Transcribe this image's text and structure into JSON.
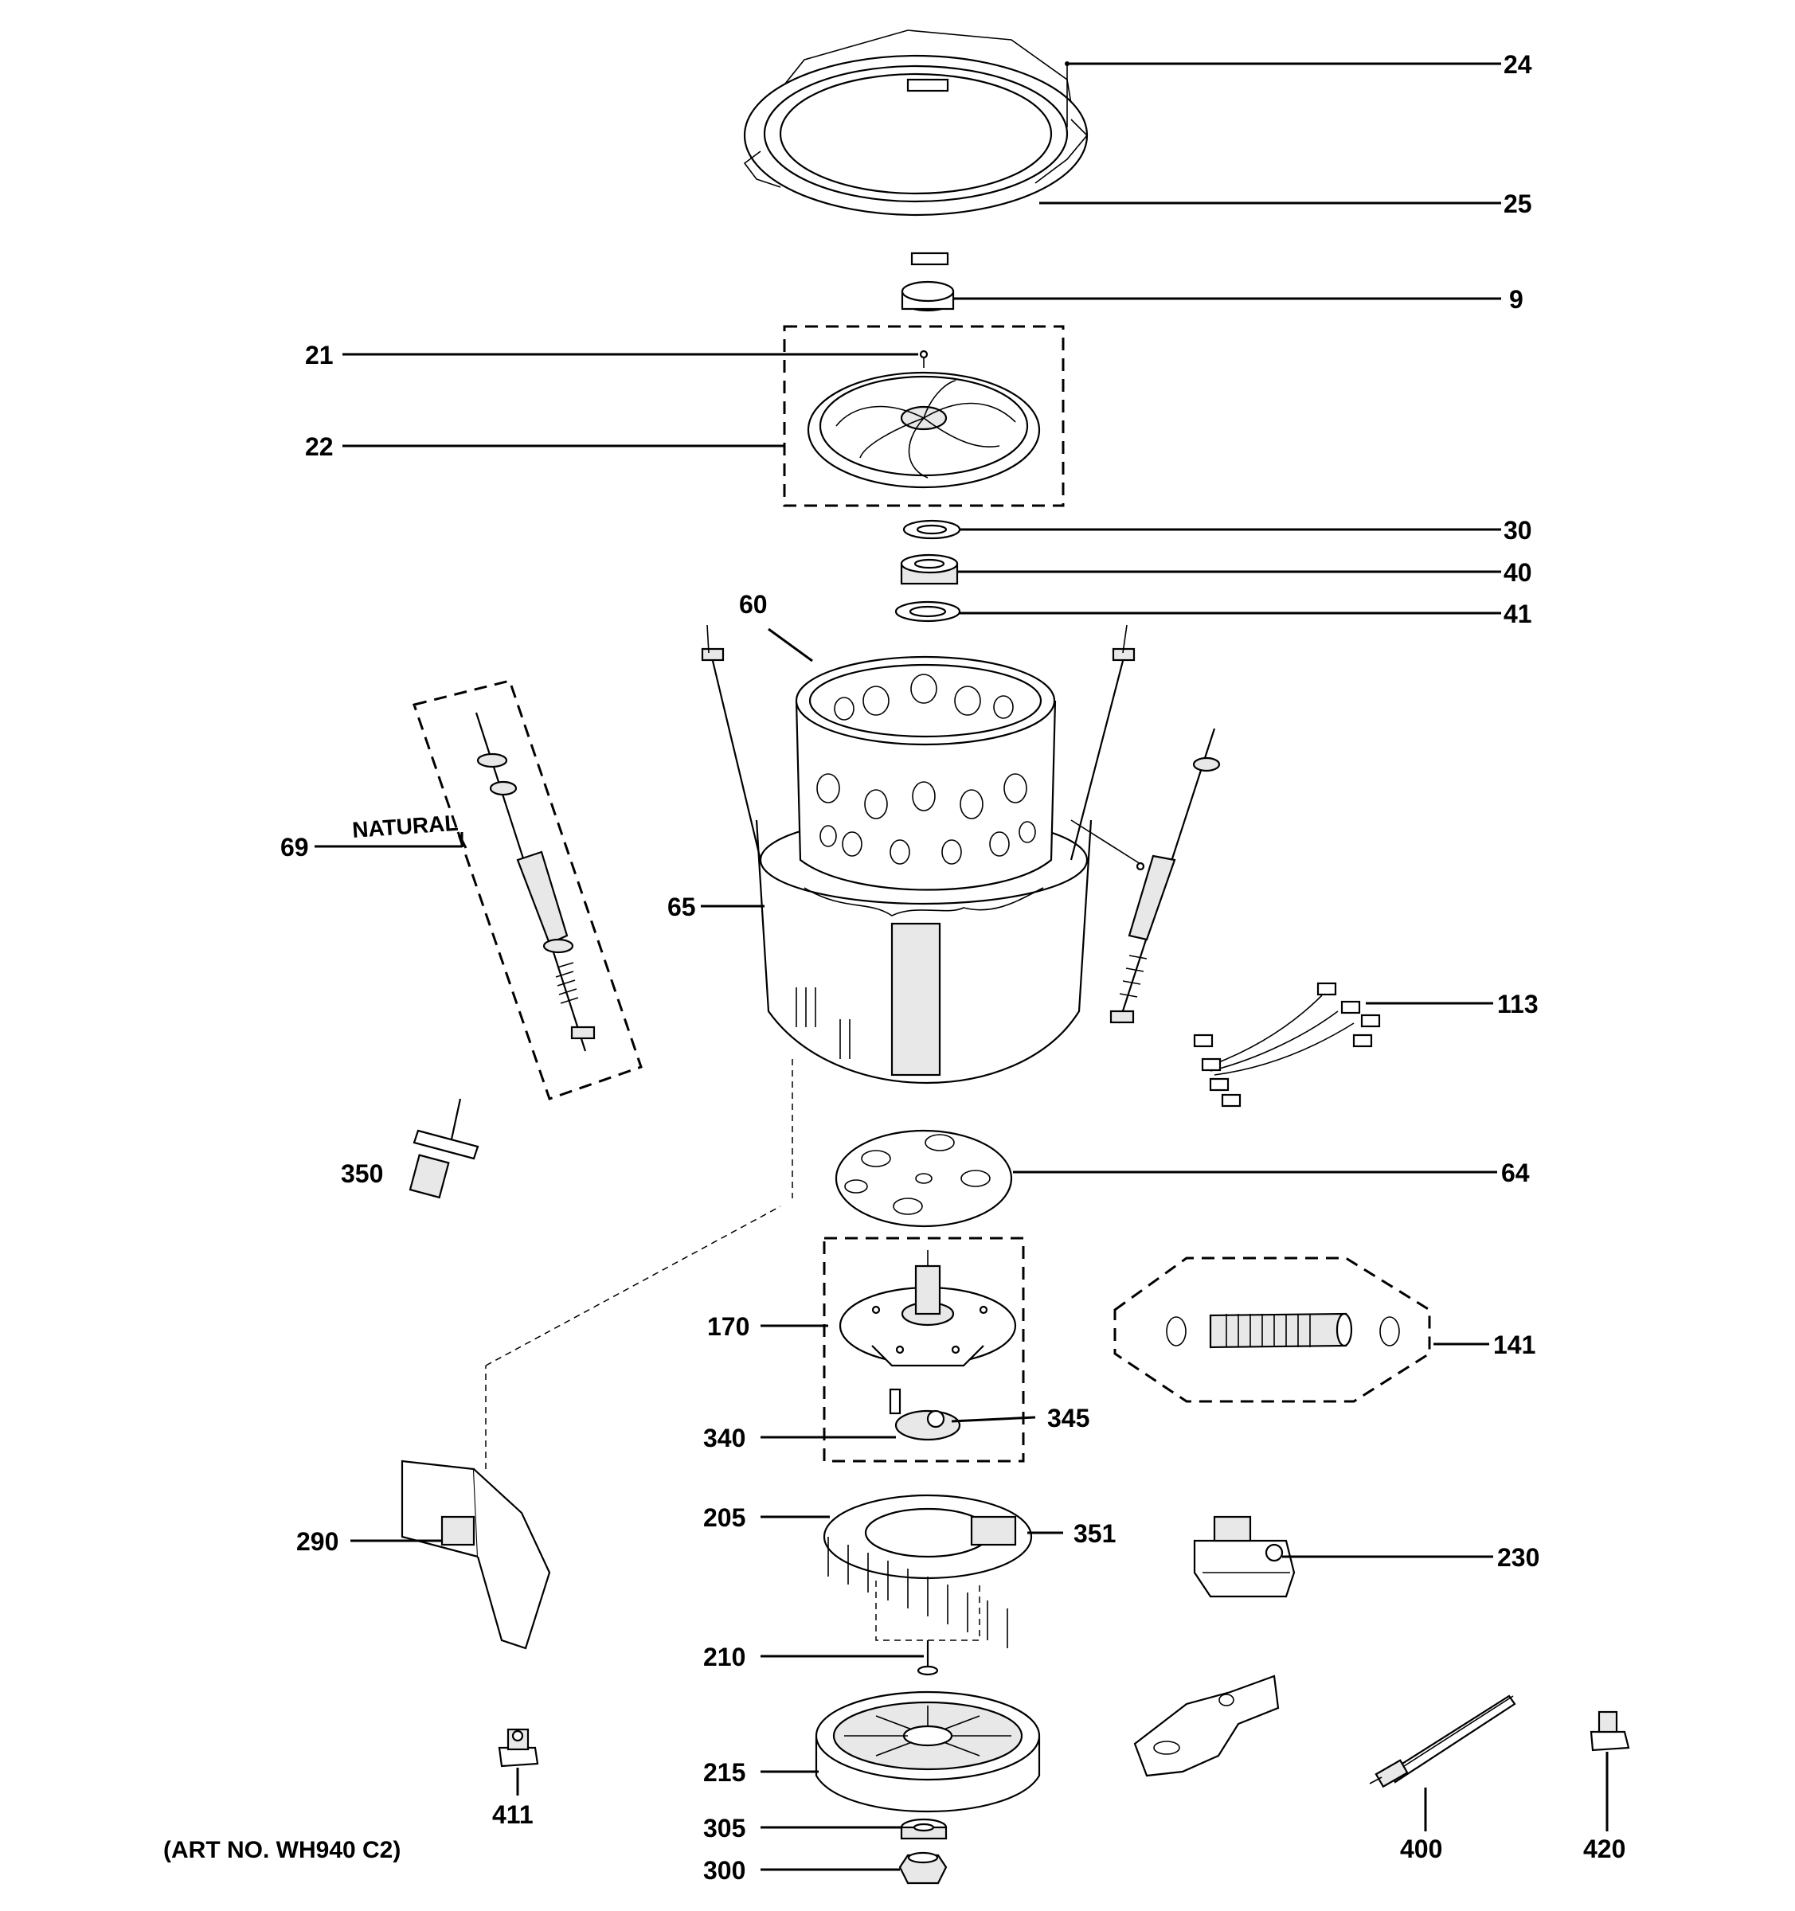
{
  "diagram": {
    "art_no": "(ART NO. WH940 C2)",
    "natural_label": "NATURAL",
    "callouts": {
      "c24": "24",
      "c25": "25",
      "c9": "9",
      "c21": "21",
      "c22": "22",
      "c30": "30",
      "c40": "40",
      "c41": "41",
      "c60": "60",
      "c69": "69",
      "c65": "65",
      "c113": "113",
      "c350": "350",
      "c64": "64",
      "c170": "170",
      "c141": "141",
      "c340": "340",
      "c345": "345",
      "c205": "205",
      "c351": "351",
      "c290": "290",
      "c230": "230",
      "c210": "210",
      "c215": "215",
      "c411": "411",
      "c305": "305",
      "c300": "300",
      "c400": "400",
      "c420": "420"
    }
  }
}
